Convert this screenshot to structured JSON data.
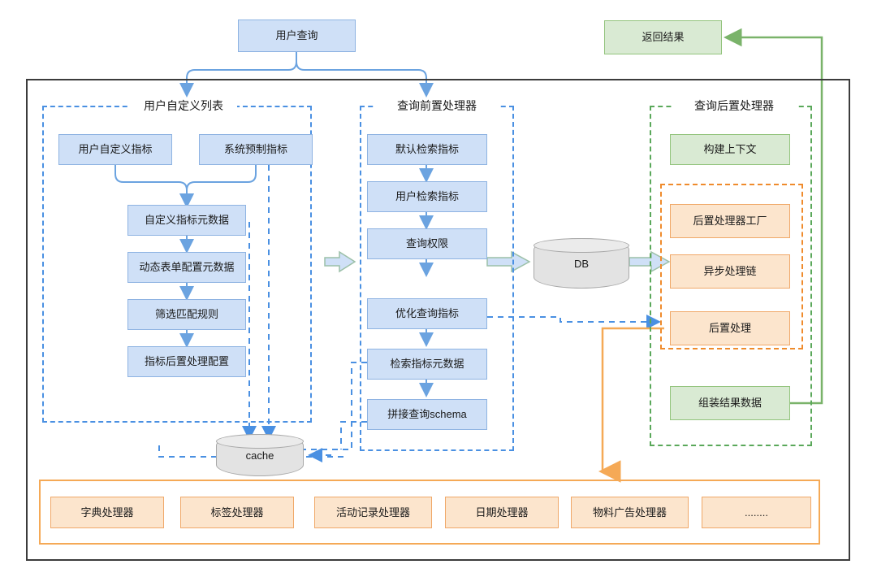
{
  "diagram": {
    "title_boxes": {
      "user_query": "用户查询",
      "return_result": "返回结果"
    },
    "groups": {
      "user_custom_list": "用户自定义列表",
      "query_pre_processor": "查询前置处理器",
      "query_post_processor": "查询后置处理器"
    },
    "left_column": {
      "items": [
        "用户自定义指标",
        "系统预制指标",
        "自定义指标元数据",
        "动态表单配置元数据",
        "筛选匹配规则",
        "指标后置处理配置"
      ]
    },
    "middle_column": {
      "items": [
        "默认检索指标",
        "用户检索指标",
        "查询权限",
        "优化查询指标",
        "检索指标元数据",
        "拼接查询schema"
      ]
    },
    "right_column": {
      "context_box": "构建上下文",
      "inner_items": [
        "后置处理器工厂",
        "异步处理链",
        "后置处理"
      ],
      "assemble_box": "组装结果数据"
    },
    "datastores": {
      "db": "DB",
      "cache": "cache"
    },
    "bottom_processors": [
      "字典处理器",
      "标签处理器",
      "活动记录处理器",
      "日期处理器",
      "物料广告处理器",
      "........"
    ],
    "colors": {
      "blue_fill": "#cfe0f7",
      "blue_border": "#8eb3e2",
      "green_fill": "#d9ead3",
      "green_border": "#93c47d",
      "orange_fill": "#fce5cd",
      "orange_border": "#f0a868",
      "dashed_blue": "#4a90e2",
      "dashed_green": "#5aa85a",
      "dashed_orange": "#ef8b2c",
      "frame": "#3c3c3c",
      "store_fill": "#e3e3e3"
    }
  }
}
